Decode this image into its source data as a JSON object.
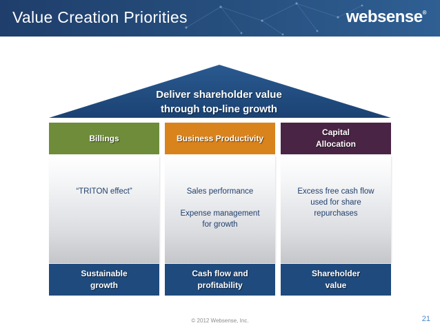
{
  "header": {
    "title": "Value Creation Priorities",
    "logo_text": "websense",
    "logo_mark": "®"
  },
  "roof": {
    "line1": "Deliver shareholder value",
    "line2": "through top-line growth",
    "color": "#1f4a7d"
  },
  "columns": [
    {
      "head_lines": [
        "Billings"
      ],
      "head_color": "#6e8c3a",
      "body_lines": [
        "“TRITON effect”"
      ],
      "foot_lines": [
        "Sustainable",
        "growth"
      ]
    },
    {
      "head_lines": [
        "Business Productivity"
      ],
      "head_color": "#d9831c",
      "body_lines": [
        "Sales performance",
        "",
        "Expense management",
        "for growth"
      ],
      "foot_lines": [
        "Cash flow and",
        "profitability"
      ]
    },
    {
      "head_lines": [
        "Capital",
        "Allocation"
      ],
      "head_color": "#4a2444",
      "body_lines": [
        "Excess free cash flow",
        "used for share",
        "repurchases"
      ],
      "foot_lines": [
        "Shareholder",
        "value"
      ]
    }
  ],
  "footer": {
    "copyright": "© 2012 Websense, Inc.",
    "page_number": "21"
  }
}
